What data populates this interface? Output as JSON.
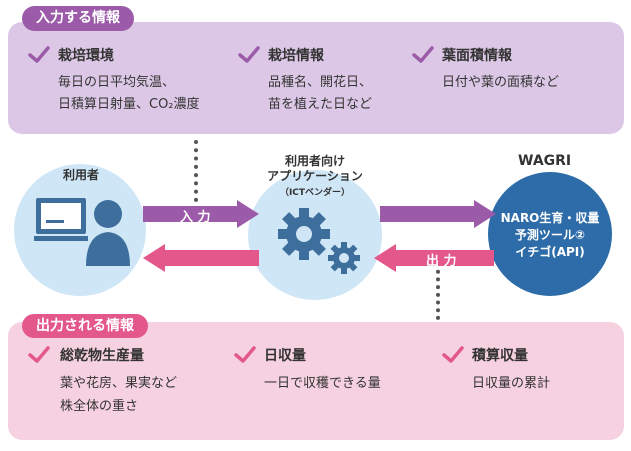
{
  "input_section": {
    "title": "入力する情報",
    "items": [
      {
        "title": "栽培環境",
        "lines": [
          "毎日の日平均気温、",
          "日積算日射量、CO₂濃度"
        ]
      },
      {
        "title": "栽培情報",
        "lines": [
          "品種名、開花日、",
          "苗を植えた日など"
        ]
      },
      {
        "title": "葉面積情報",
        "lines": [
          "日付や葉の面積など"
        ]
      }
    ]
  },
  "output_section": {
    "title": "出力される情報",
    "items": [
      {
        "title": "総乾物生産量",
        "lines": [
          "葉や花房、果実など",
          "株全体の重さ"
        ]
      },
      {
        "title": "日収量",
        "lines": [
          "一日で収穫できる量"
        ]
      },
      {
        "title": "積算収量",
        "lines": [
          "日収量の累計"
        ]
      }
    ]
  },
  "nodes": {
    "user_label": "利用者",
    "app_label_1": "利用者向け",
    "app_label_2": "アプリケーション",
    "app_label_3": "（ICTベンダー）",
    "wagri_label": "WAGRI",
    "wagri_lines": [
      "NARO生育・収量",
      "予測ツール②",
      "イチゴ(API)"
    ]
  },
  "arrows": {
    "input_label": "入 力",
    "output_label": "出 力"
  },
  "colors": {
    "purple": "#9b5ba8",
    "pink": "#e3578a",
    "light_purple": "#dcc8e6",
    "light_pink": "#f6d1e0",
    "light_blue": "#cfe6f6",
    "navy": "#2d6ca8",
    "icon_blue": "#3e6e9c"
  }
}
